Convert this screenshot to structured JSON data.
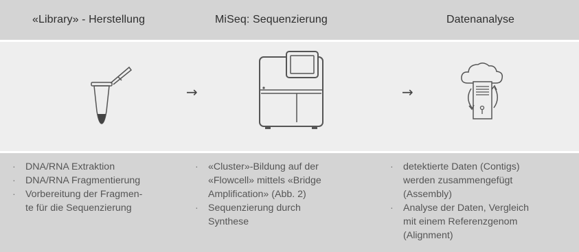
{
  "columns": [
    {
      "title": "«Library» - Herstellung",
      "icon": "tube-icon",
      "bullets": [
        [
          "DNA/RNA Extraktion"
        ],
        [
          "DNA/RNA Fragmentierung"
        ],
        [
          "Vorbereitung der Fragmen-",
          "te für die Sequenzierung"
        ]
      ]
    },
    {
      "title": "MiSeq: Sequenzierung",
      "icon": "sequencer-icon",
      "bullets": [
        [
          "«Cluster»-Bildung auf der",
          "«Flowcell» mittels «Bridge",
          "Amplification» (Abb. 2)"
        ],
        [
          "Sequenzierung durch",
          "Synthese"
        ]
      ]
    },
    {
      "title": "Datenanalyse",
      "icon": "cloud-server-icon",
      "bullets": [
        [
          "detektierte Daten (Contigs)",
          "werden zusammengefügt",
          "(Assembly)"
        ],
        [
          "Analyse der Daten, Vergleich",
          "mit einem Referenzgenom",
          "(Alignment)"
        ]
      ]
    }
  ],
  "arrow_glyph": "→",
  "colors": {
    "band_dark": "#d4d4d4",
    "band_light": "#eeeeee",
    "icon_stroke": "#555555",
    "tube_tip": "#444444"
  }
}
